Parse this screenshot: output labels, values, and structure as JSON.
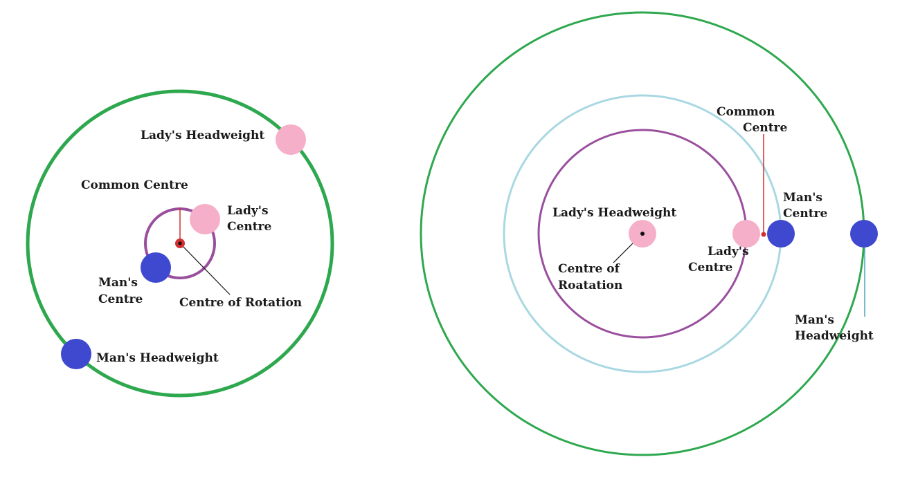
{
  "colors": {
    "green_orbit": "#2ea84e",
    "purple_orbit": "#9a4f9e",
    "lightblue_orbit": "#a9d8e2",
    "pink_ball": "#f6afc8",
    "blue_ball": "#3f49cf",
    "red_marker": "#d32f2f",
    "teal_line": "#4aa3b5",
    "black_line": "#111111"
  },
  "left_diagram": {
    "ladys_headweight": "Lady's Headweight",
    "common_centre": "Common Centre",
    "ladys_centre_line1": "Lady's",
    "ladys_centre_line2": "Centre",
    "mans_centre_line1": "Man's",
    "mans_centre_line2": "Centre",
    "centre_of_rotation": "Centre of Rotation",
    "mans_headweight": "Man's Headweight"
  },
  "right_diagram": {
    "common_centre_line1": "Common",
    "common_centre_line2": "Centre",
    "mans_centre_line1": "Man's",
    "mans_centre_line2": "Centre",
    "ladys_headweight": "Lady's Headweight",
    "ladys_centre_line1": "Lady's",
    "ladys_centre_line2": "Centre",
    "centre_of_rotation_line1": "Centre of",
    "centre_of_rotation_line2": "Roatation",
    "mans_headweight_line1": "Man's",
    "mans_headweight_line2": "Headweight"
  }
}
